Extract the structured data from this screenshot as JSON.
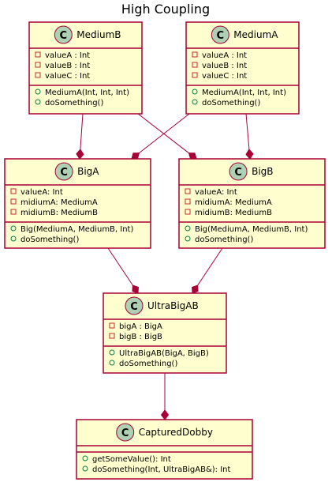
{
  "title": "High Coupling",
  "classes": {
    "mediumB": {
      "name": "MediumB",
      "fields": [
        "valueA : Int",
        "valueB : Int",
        "valueC : Int"
      ],
      "methods": [
        "MediumA(Int, Int, Int)",
        "doSomething()"
      ]
    },
    "mediumA": {
      "name": "MediumA",
      "fields": [
        "valueA : Int",
        "valueB : Int",
        "valueC : Int"
      ],
      "methods": [
        "MediumA(Int, Int, Int)",
        "doSomething()"
      ]
    },
    "bigA": {
      "name": "BigA",
      "fields": [
        "valueA: Int",
        "midiumA: MediumA",
        "midiumB: MediumB"
      ],
      "methods": [
        "Big(MediumA, MediumB, Int)",
        "doSomething()"
      ]
    },
    "bigB": {
      "name": "BigB",
      "fields": [
        "valueA: Int",
        "midiumA: MediumA",
        "midiumB: MediumB"
      ],
      "methods": [
        "Big(MediumA, MediumB, Int)",
        "doSomething()"
      ]
    },
    "ultra": {
      "name": "UltraBigAB",
      "fields": [
        "bigA : BigA",
        "bigB : BigB"
      ],
      "methods": [
        "UltraBigAB(BigA, BigB)",
        "doSomething()"
      ]
    },
    "dobby": {
      "name": "CapturedDobby",
      "fields": [],
      "methods": [
        "getSomeValue(): Int",
        "doSomething(Int, UltraBigAB&): Int"
      ]
    }
  },
  "stereotype_glyph": "C",
  "colors": {
    "box_fill": "#FEFECE",
    "border": "#A80036",
    "class_circle": "#ADD1B2",
    "private_marker": "#C82930",
    "public_marker": "#038048"
  },
  "relations": [
    {
      "from": "mediumB",
      "to": "bigA",
      "type": "composition"
    },
    {
      "from": "mediumB",
      "to": "bigB",
      "type": "composition"
    },
    {
      "from": "mediumA",
      "to": "bigA",
      "type": "composition"
    },
    {
      "from": "mediumA",
      "to": "bigB",
      "type": "composition"
    },
    {
      "from": "bigA",
      "to": "ultra",
      "type": "composition"
    },
    {
      "from": "bigB",
      "to": "ultra",
      "type": "composition"
    },
    {
      "from": "ultra",
      "to": "dobby",
      "type": "composition"
    }
  ]
}
